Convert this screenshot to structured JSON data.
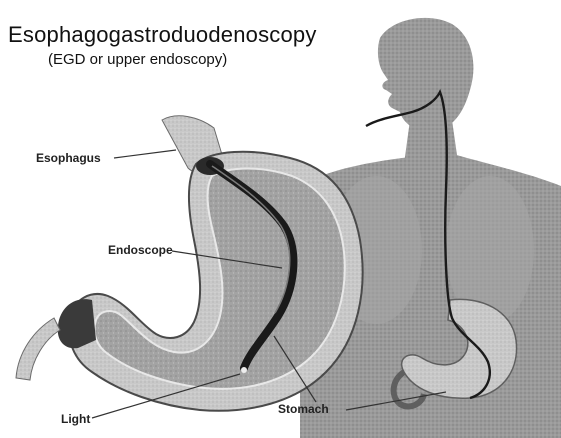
{
  "title": "Esophagogastroduodenoscopy",
  "subtitle": "(EGD or upper endoscopy)",
  "labels": {
    "esophagus": "Esophagus",
    "endoscope": "Endoscope",
    "light": "Light",
    "stomach": "Stomach"
  },
  "colors": {
    "body_gray": "#8f8f8f",
    "body_dark": "#6e6e6e",
    "stomach_wall": "#bdbdbd",
    "stomach_inner": "#9a9a9a",
    "scope": "#1a1a1a",
    "leader_line": "#333333"
  }
}
